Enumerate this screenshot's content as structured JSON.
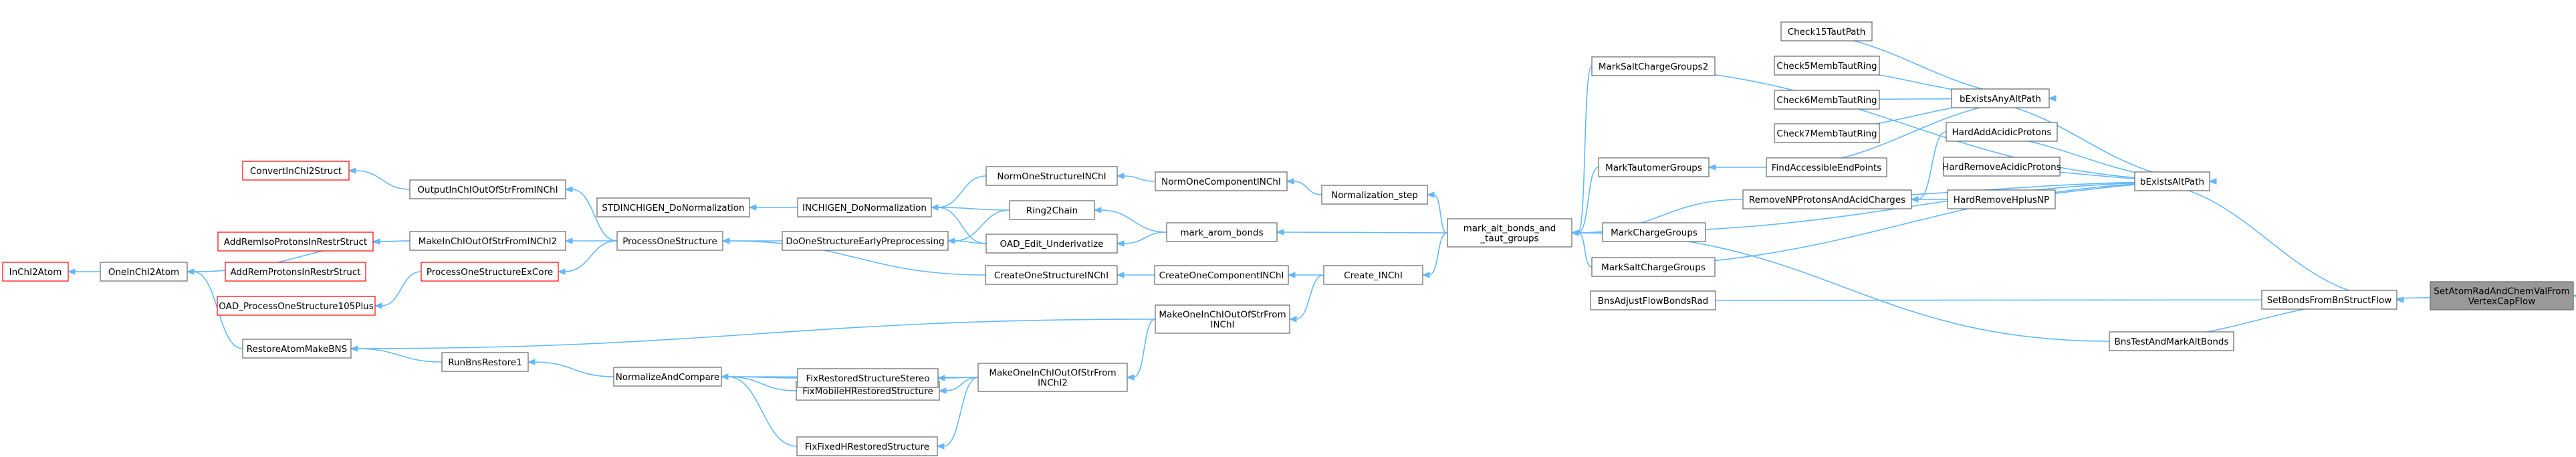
{
  "colors": {
    "edge": "#63b8ff",
    "node_border": "#666666",
    "red_border": "#ff0000",
    "root_fill": "#999999"
  },
  "nodes": [
    {
      "id": "n_inchi2atom",
      "lines": [
        "InChI2Atom"
      ],
      "style": "red"
    },
    {
      "id": "n_oneinchi2atom",
      "lines": [
        "OneInChI2Atom"
      ]
    },
    {
      "id": "n_convertinchi2struct",
      "lines": [
        "ConvertInChI2Struct"
      ],
      "style": "red"
    },
    {
      "id": "n_addremiso",
      "lines": [
        "AddRemIsoProtonsInRestrStruct"
      ],
      "style": "red"
    },
    {
      "id": "n_addremprotons",
      "lines": [
        "AddRemProtonsInRestrStruct"
      ],
      "style": "red"
    },
    {
      "id": "n_oad_process105",
      "lines": [
        "OAD_ProcessOneStructure105Plus"
      ],
      "style": "red"
    },
    {
      "id": "n_restoreatommakebns",
      "lines": [
        "RestoreAtomMakeBNS"
      ]
    },
    {
      "id": "n_outputinchioutofstr",
      "lines": [
        "OutputInChIOutOfStrFromINChI"
      ]
    },
    {
      "id": "n_makeinchioutofstr2",
      "lines": [
        "MakeInChIOutOfStrFromINChI2"
      ]
    },
    {
      "id": "n_processonestructureexcore",
      "lines": [
        "ProcessOneStructureExCore"
      ],
      "style": "red"
    },
    {
      "id": "n_runbnsrestore1",
      "lines": [
        "RunBnsRestore1"
      ]
    },
    {
      "id": "n_stdinchigen",
      "lines": [
        "STDINCHIGEN_DoNormalization"
      ]
    },
    {
      "id": "n_processonestructure",
      "lines": [
        "ProcessOneStructure"
      ]
    },
    {
      "id": "n_normalizeandcompare",
      "lines": [
        "NormalizeAndCompare"
      ]
    },
    {
      "id": "n_inchigen_donorm",
      "lines": [
        "INCHIGEN_DoNormalization"
      ]
    },
    {
      "id": "n_doonestructure",
      "lines": [
        "DoOneStructureEarlyPreprocessing"
      ]
    },
    {
      "id": "n_fixmobileh",
      "lines": [
        "FixMobileHRestoredStructure"
      ]
    },
    {
      "id": "n_fixrestoredstereo",
      "lines": [
        "FixRestoredStructureStereo"
      ]
    },
    {
      "id": "n_fixfixedh",
      "lines": [
        "FixFixedHRestoredStructure"
      ]
    },
    {
      "id": "n_normonestructure",
      "lines": [
        "NormOneStructureINChI"
      ]
    },
    {
      "id": "n_ring2chain",
      "lines": [
        "Ring2Chain"
      ]
    },
    {
      "id": "n_oad_edit",
      "lines": [
        "OAD_Edit_Underivatize"
      ]
    },
    {
      "id": "n_createonestructure",
      "lines": [
        "CreateOneStructureINChI"
      ]
    },
    {
      "id": "n_makeoneinchioutofstr2",
      "lines": [
        "MakeOneInChIOutOfStrFrom",
        "INChI2"
      ]
    },
    {
      "id": "n_normonecomponent",
      "lines": [
        "NormOneComponentINChI"
      ]
    },
    {
      "id": "n_markaromabonds",
      "lines": [
        "mark_arom_bonds"
      ]
    },
    {
      "id": "n_createonecomponent",
      "lines": [
        "CreateOneComponentINChI"
      ]
    },
    {
      "id": "n_makeoneinchioutofstr",
      "lines": [
        "MakeOneInChIOutOfStrFrom",
        "INChI"
      ]
    },
    {
      "id": "n_normalizationstep",
      "lines": [
        "Normalization_step"
      ]
    },
    {
      "id": "n_createinchi",
      "lines": [
        "Create_INChI"
      ]
    },
    {
      "id": "n_markaltbonds",
      "lines": [
        "mark_alt_bonds_and",
        "_taut_groups"
      ]
    },
    {
      "id": "n_marksaltchargegroups2",
      "lines": [
        "MarkSaltChargeGroups2"
      ]
    },
    {
      "id": "n_marktautomergroups",
      "lines": [
        "MarkTautomerGroups"
      ]
    },
    {
      "id": "n_markchargegroups",
      "lines": [
        "MarkChargeGroups"
      ]
    },
    {
      "id": "n_marksaltchargegroups",
      "lines": [
        "MarkSaltChargeGroups"
      ]
    },
    {
      "id": "n_bnsadjustflowbondsrad",
      "lines": [
        "BnsAdjustFlowBondsRad"
      ]
    },
    {
      "id": "n_check15",
      "lines": [
        "Check15TautPath"
      ]
    },
    {
      "id": "n_check5",
      "lines": [
        "Check5MembTautRing"
      ]
    },
    {
      "id": "n_check6",
      "lines": [
        "Check6MembTautRing"
      ]
    },
    {
      "id": "n_check7",
      "lines": [
        "Check7MembTautRing"
      ]
    },
    {
      "id": "n_findaccessible",
      "lines": [
        "FindAccessibleEndPoints"
      ]
    },
    {
      "id": "n_removenpprotons",
      "lines": [
        "RemoveNPProtonsAndAcidCharges"
      ]
    },
    {
      "id": "n_bexistsanyaltpath",
      "lines": [
        "bExistsAnyAltPath"
      ]
    },
    {
      "id": "n_hardaddacidic",
      "lines": [
        "HardAddAcidicProtons"
      ]
    },
    {
      "id": "n_hardremoveacidic",
      "lines": [
        "HardRemoveAcidicProtons"
      ]
    },
    {
      "id": "n_hardremovehplus",
      "lines": [
        "HardRemoveHplusNP"
      ]
    },
    {
      "id": "n_bnstestandmark",
      "lines": [
        "BnsTestAndMarkAltBonds"
      ]
    },
    {
      "id": "n_bexistsaltpath",
      "lines": [
        "bExistsAltPath"
      ]
    },
    {
      "id": "n_setbondsfrombnstructflow",
      "lines": [
        "SetBondsFromBnStructFlow"
      ]
    },
    {
      "id": "n_setatomradandchem",
      "lines": [
        "SetAtomRadAndChemValFrom",
        "VertexCapFlow"
      ],
      "style": "root"
    }
  ]
}
